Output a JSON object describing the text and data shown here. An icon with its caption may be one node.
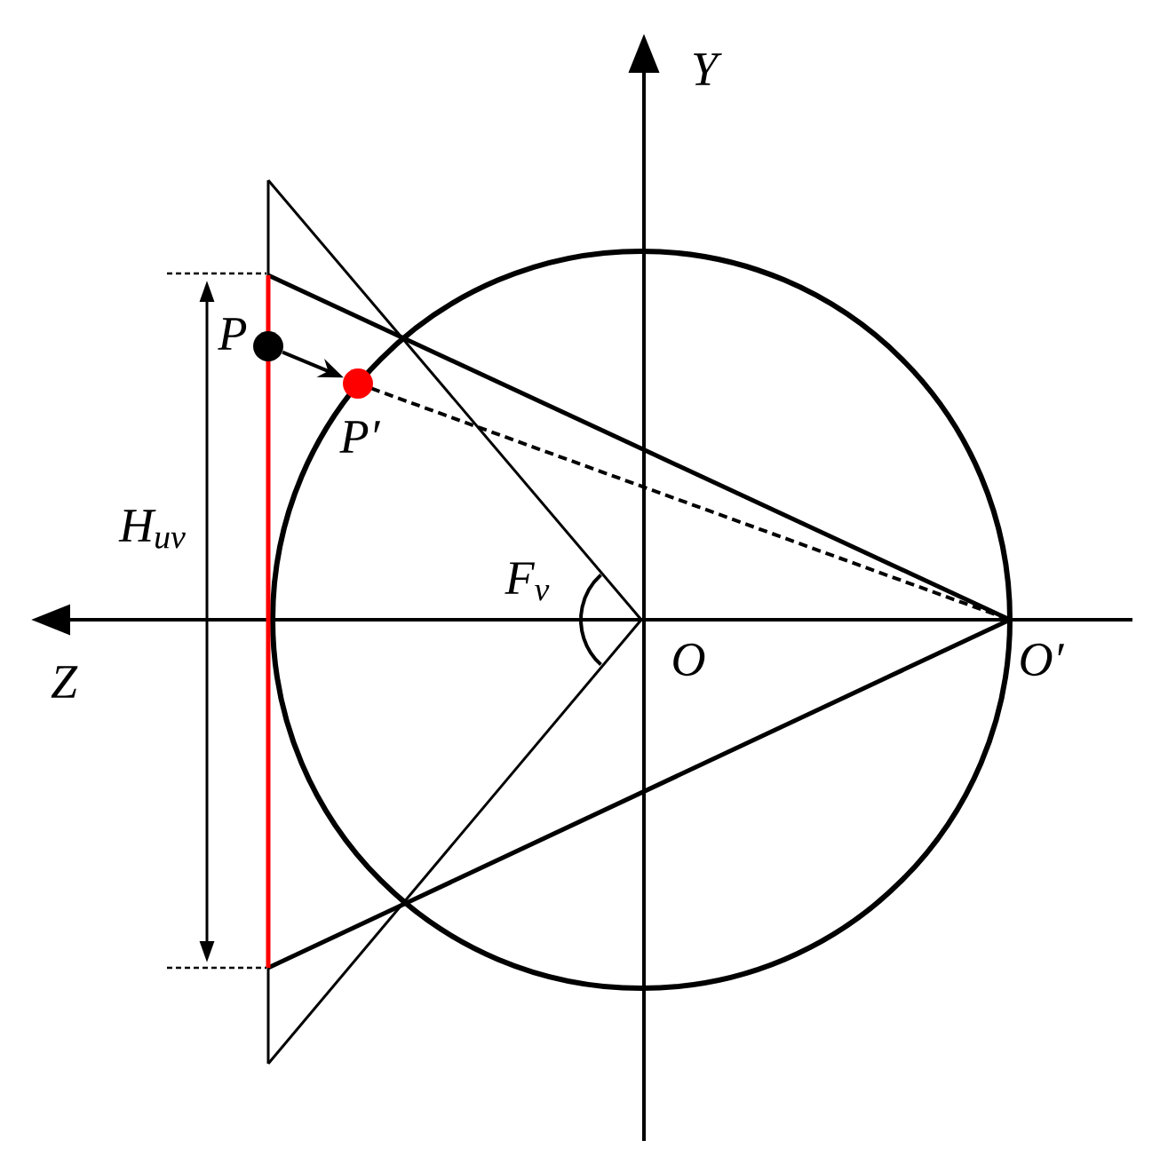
{
  "diagram": {
    "nodes": [
      {
        "text": [],
        "shape": "circle",
        "beside": [
          "P"
        ]
      },
      {
        "text": [],
        "shape": "circle",
        "beside": [
          "P′"
        ]
      }
    ],
    "edges": [
      {
        "from": 0,
        "to": 1,
        "arrow": "to"
      }
    ],
    "labels": [
      "Y",
      "Z",
      "O",
      "O′",
      "H$_{uv}$",
      "F$_{v}$"
    ]
  }
}
